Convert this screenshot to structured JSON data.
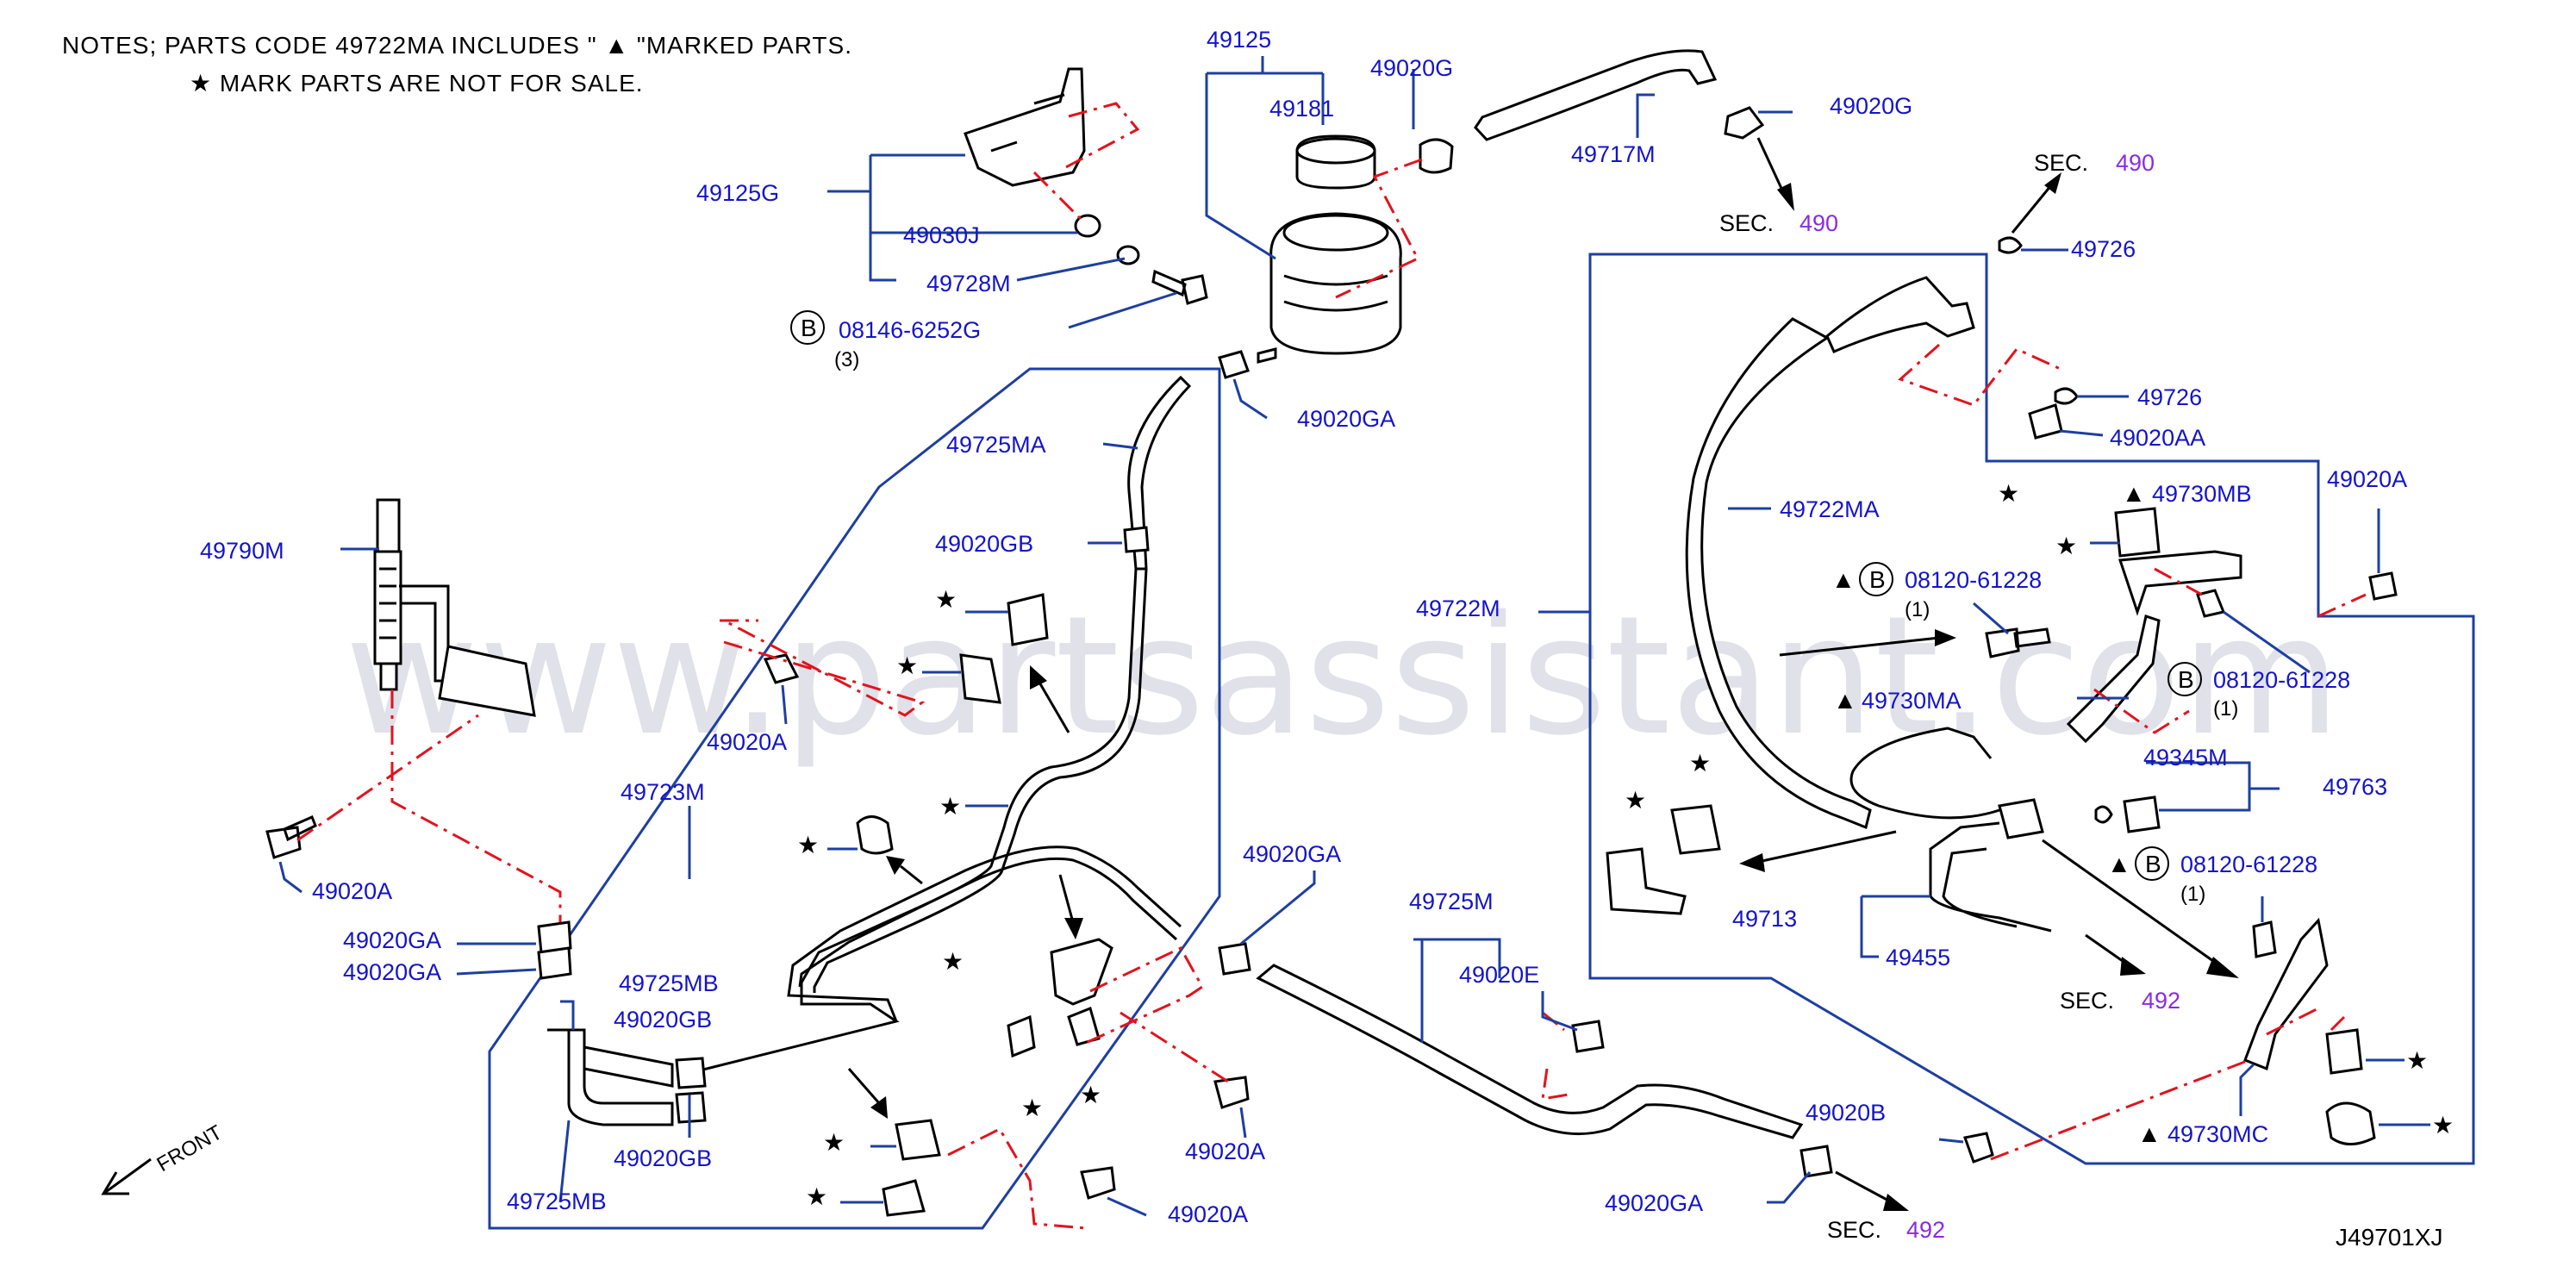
{
  "notes": {
    "line1": "NOTES;  PARTS  CODE      49722MA      INCLUDES  \"  ▲  \"MARKED  PARTS.",
    "line2": "★  MARK  PARTS  ARE  NOT  FOR  SALE."
  },
  "watermark": "www.partsassistant.com",
  "diagram_code": "J49701XJ",
  "front_label": "FRONT",
  "star": "★",
  "triangle": "▲",
  "bolt_symbol": "B",
  "qty": {
    "q3": "(3)",
    "q1": "(1)"
  },
  "sec": {
    "label": "SEC.",
    "s490": "490",
    "s492": "492"
  },
  "parts": {
    "p49125": "49125",
    "p49181": "49181",
    "p49020G": "49020G",
    "p49717M": "49717M",
    "p49125G": "49125G",
    "p49030J": "49030J",
    "p49728M": "49728M",
    "p08146": "08146-6252G",
    "p49020GA": "49020GA",
    "p49726": "49726",
    "p49020AA": "49020AA",
    "p49725MA": "49725MA",
    "p49020GB": "49020GB",
    "p49790M": "49790M",
    "p49020A": "49020A",
    "p49723M": "49723M",
    "p49725MB": "49725MB",
    "p49722MA": "49722MA",
    "p49722M": "49722M",
    "p49730MB": "49730MB",
    "p08120": "08120-61228",
    "p49730MA": "49730MA",
    "p49345M": "49345M",
    "p49763": "49763",
    "p49713": "49713",
    "p49455": "49455",
    "p49725M": "49725M",
    "p49020E": "49020E",
    "p49020B": "49020B",
    "p49730MC": "49730MC"
  }
}
